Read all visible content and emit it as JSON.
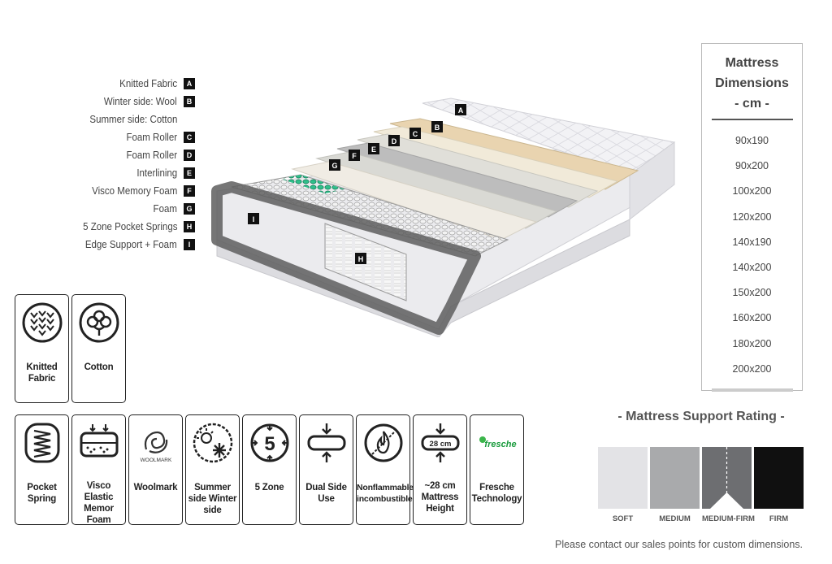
{
  "layers": [
    {
      "label": "Knitted Fabric",
      "letter": "A"
    },
    {
      "label": "Winter side: Wool",
      "letter": "B"
    },
    {
      "label": "Summer side: Cotton",
      "letter": ""
    },
    {
      "label": "Foam Roller",
      "letter": "C"
    },
    {
      "label": "Foam Roller",
      "letter": "D"
    },
    {
      "label": "Interlining",
      "letter": "E"
    },
    {
      "label": "Visco Memory Foam",
      "letter": "F"
    },
    {
      "label": "Foam",
      "letter": "G"
    },
    {
      "label": "5 Zone Pocket Springs",
      "letter": "H"
    },
    {
      "label": "Edge Support + Foam",
      "letter": "I"
    }
  ],
  "diagram_letters": {
    "A": "A",
    "B": "B",
    "C": "C",
    "D": "D",
    "E": "E",
    "F": "F",
    "G": "G",
    "H": "H",
    "I": "I"
  },
  "dimensions": {
    "title_line1": "Mattress",
    "title_line2": "Dimensions",
    "title_line3": "- cm -",
    "sizes": [
      "90x190",
      "90x200",
      "100x200",
      "120x200",
      "140x190",
      "140x200",
      "150x200",
      "160x200",
      "180x200",
      "200x200"
    ]
  },
  "support": {
    "title": "- Mattress Support Rating -",
    "levels": [
      {
        "label": "SOFT",
        "color": "#e3e3e6"
      },
      {
        "label": "MEDIUM",
        "color": "#a9aaac"
      },
      {
        "label": "MEDIUM-FIRM",
        "color": "#6d6e71"
      },
      {
        "label": "FIRM",
        "color": "#101010"
      }
    ]
  },
  "features_row1": [
    {
      "label": "Knitted Fabric",
      "icon": "knitted-fabric-icon"
    },
    {
      "label": "Cotton",
      "icon": "cotton-icon"
    }
  ],
  "features_row2": [
    {
      "label": "Pocket Spring",
      "icon": "pocket-spring-icon"
    },
    {
      "label": "Visco Elastic Memor Foam",
      "icon": "memory-foam-icon"
    },
    {
      "label": "Woolmark",
      "icon": "woolmark-icon",
      "icon_text": "WOOLMARK"
    },
    {
      "label": "Summer side Winter side",
      "icon": "sun-snowflake-icon"
    },
    {
      "label": "5 Zone",
      "icon": "five-zone-icon",
      "icon_text": "5"
    },
    {
      "label": "Dual Side Use",
      "icon": "dual-side-icon"
    },
    {
      "label": "Nonflammable, incombustible",
      "icon": "flame-crossed-icon"
    },
    {
      "label": "~28 cm Mattress Height",
      "icon": "height-icon",
      "icon_text": "28 cm"
    },
    {
      "label": "Fresche Technology",
      "icon": "fresche-logo-icon",
      "icon_text": "fresche"
    }
  ],
  "footer": "Please contact our sales points for custom dimensions.",
  "colors": {
    "spring_green": "#1fa67a",
    "accent_black": "#111111"
  }
}
